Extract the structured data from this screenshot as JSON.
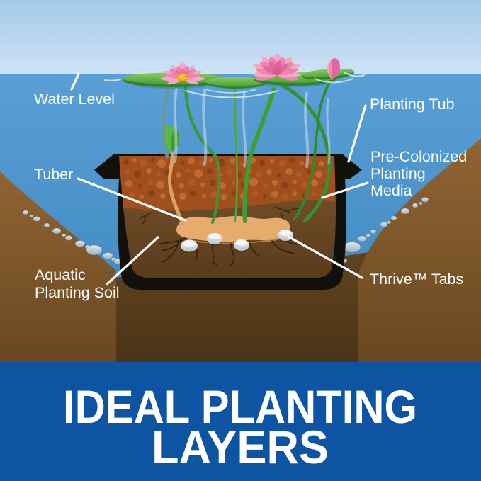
{
  "labels": {
    "water_level": "Water Level",
    "planting_tub": "Planting Tub",
    "media_line1": "Pre-Colonized",
    "media_line2": "Planting",
    "media_line3": "Media",
    "tuber": "Tuber",
    "soil_line1": "Aquatic",
    "soil_line2": "Planting Soil",
    "thrive_tabs": "Thrive™ Tabs"
  },
  "banner": {
    "line1": "IDEAL PLANTING",
    "line2": "LAYERS"
  },
  "colors": {
    "banner_blue": "#0d55a2",
    "label_white": "#ffffff",
    "sky_top": "#a3c9ea",
    "sky_bottom": "#cfe3f5",
    "water_top": "#5aa0d6",
    "water_bottom": "#3c84be",
    "bank_brown_light": "#916433",
    "bank_brown_dark": "#684821",
    "ground_dark": "#4a3317",
    "tub_black": "#12100b",
    "media_orange": "#a04f1d",
    "soil_brown": "#6b4a26",
    "tuber_tan": "#e6ab6d",
    "tab_gray": "#dfe6ea",
    "stem_green": "#3f9d35",
    "pad_green": "#7cc553",
    "flower_pink": "#ee8bb4",
    "flower_center_orange": "#f2a01f",
    "pebble_gray": "#b9c9d3"
  }
}
